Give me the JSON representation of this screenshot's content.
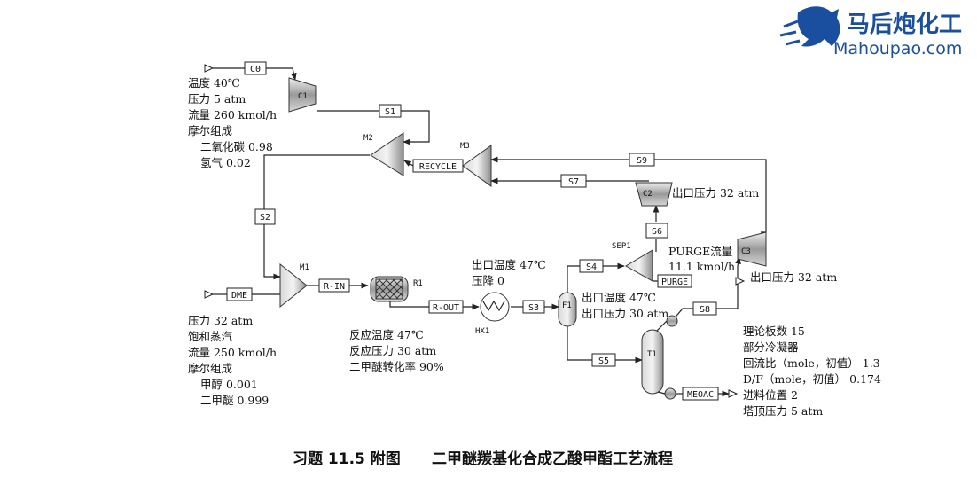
{
  "logo": {
    "name_cn": "马后炮化工",
    "domain": "Mahoupao.com"
  },
  "streams": {
    "c0": "C0",
    "s1": "S1",
    "s2": "S2",
    "recycle": "RECYCLE",
    "dme": "DME",
    "r_in": "R-IN",
    "r_out": "R-OUT",
    "s3": "S3",
    "s4": "S4",
    "s5": "S5",
    "s6": "S6",
    "s7": "S7",
    "s8": "S8",
    "s9": "S9",
    "purge": "PURGE",
    "meoac": "MEOAC"
  },
  "units": {
    "c1": "C1",
    "m2": "M2",
    "m3": "M3",
    "c2": "C2",
    "sep1": "SEP1",
    "c3": "C3",
    "m1": "M1",
    "r1": "R1",
    "hx1": "HX1",
    "f1": "F1",
    "t1": "T1"
  },
  "annotations": {
    "co2_feed": [
      "温度 40℃",
      "压力 5 atm",
      "流量 260 kmol/h",
      "摩尔组成",
      "二氧化碳  0.98",
      "氢气 0.02"
    ],
    "dme_feed": [
      "压力 32 atm",
      "饱和蒸汽",
      "流量 250 kmol/h",
      "摩尔组成",
      "甲醇 0.001",
      "二甲醚 0.999"
    ],
    "reactor": [
      "反应温度 47℃",
      "反应压力 30 atm",
      "二甲醚转化率 90%"
    ],
    "hx1": [
      "出口温度 47℃",
      "压降  0"
    ],
    "f1": [
      "出口温度 47℃",
      "出口压力 30 atm"
    ],
    "c2": "出口压力 32 atm",
    "sep1": [
      "PURGE流量",
      "11.1 kmol/h"
    ],
    "c3": "出口压力 32 atm",
    "t1": [
      "理论板数 15",
      "部分冷凝器",
      "回流比（mole，初值）  1.3",
      "D/F（mole，初值）  0.174",
      "进料位置 2",
      "塔顶压力 5 atm"
    ]
  },
  "caption": {
    "title": "习题 11.5 附图",
    "subtitle": "二甲醚羰基化合成乙酸甲酯工艺流程"
  }
}
